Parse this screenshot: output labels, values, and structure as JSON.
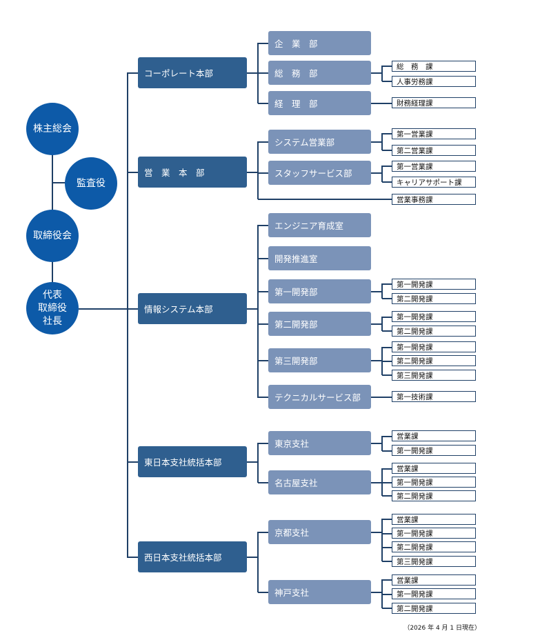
{
  "leadership": {
    "shareholders": "株主総会",
    "auditor": "監査役",
    "board": "取締役会",
    "president": "代表\n取締役\n社長"
  },
  "divisions": [
    {
      "name": "コーポレート本部",
      "departments": [
        {
          "name": "企　業　部",
          "sections": []
        },
        {
          "name": "総　務　部",
          "sections": [
            "総　務　課",
            "人事労務課"
          ]
        },
        {
          "name": "経　理　部",
          "sections": [
            "財務経理課"
          ]
        }
      ]
    },
    {
      "name": "営　業　本　部",
      "departments": [
        {
          "name": "システム営業部",
          "sections": [
            "第一営業課",
            "第二営業課"
          ]
        },
        {
          "name": "スタッフサービス部",
          "sections": [
            "第一営業課",
            "キャリアサポート課"
          ]
        }
      ],
      "direct_sections": [
        "営業事務課"
      ]
    },
    {
      "name": "情報システム本部",
      "departments": [
        {
          "name": "エンジニア育成室",
          "sections": []
        },
        {
          "name": "開発推進室",
          "sections": []
        },
        {
          "name": "第一開発部",
          "sections": [
            "第一開発課",
            "第二開発課"
          ]
        },
        {
          "name": "第二開発部",
          "sections": [
            "第一開発課",
            "第二開発課"
          ]
        },
        {
          "name": "第三開発部",
          "sections": [
            "第一開発課",
            "第二開発課",
            "第三開発課"
          ]
        },
        {
          "name": "テクニカルサービス部",
          "sections": [
            "第一技術課"
          ]
        }
      ]
    },
    {
      "name": "東日本支社統括本部",
      "departments": [
        {
          "name": "東京支社",
          "sections": [
            "営業課",
            "第一開発課"
          ]
        },
        {
          "name": "名古屋支社",
          "sections": [
            "営業課",
            "第一開発課",
            "第二開発課"
          ]
        }
      ]
    },
    {
      "name": "西日本支社統括本部",
      "departments": [
        {
          "name": "京都支社",
          "sections": [
            "営業課",
            "第一開発課",
            "第二開発課",
            "第三開発課"
          ]
        },
        {
          "name": "神戸支社",
          "sections": [
            "営業課",
            "第一開発課",
            "第二開発課"
          ]
        }
      ]
    }
  ],
  "footnote": "（2026 年 4 月 1 日現在）"
}
